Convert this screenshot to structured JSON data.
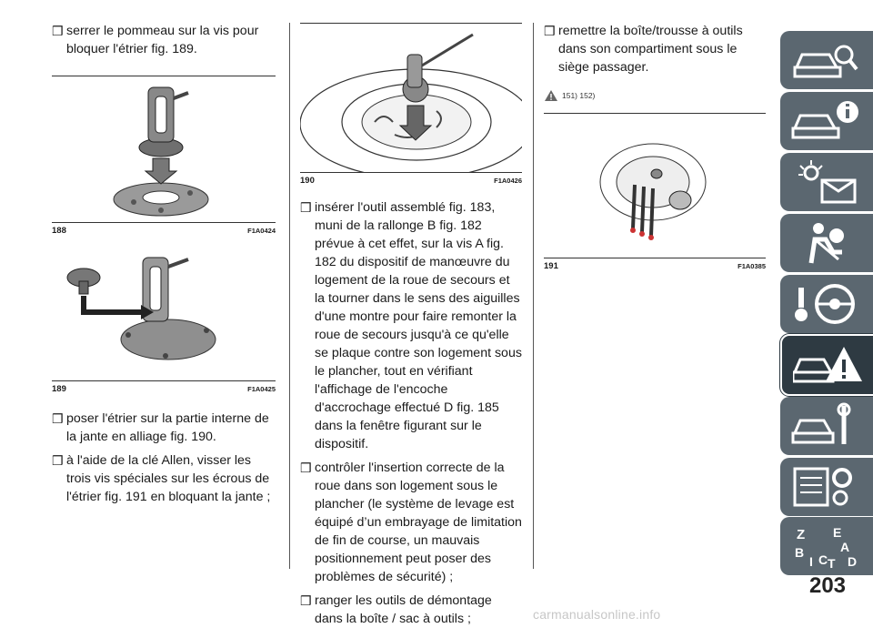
{
  "col1": {
    "bullet_top": "serrer le pommeau sur la vis pour bloquer l'étrier fig. 189.",
    "fig188": {
      "num": "188",
      "code": "F1A0424"
    },
    "fig189": {
      "num": "189",
      "code": "F1A0425"
    },
    "bullets": [
      "poser l'étrier sur la partie interne de la jante en alliage fig. 190.",
      "à l'aide de la clé Allen, visser les trois vis spéciales sur les écrous de l'étrier fig. 191 en bloquant la jante ;"
    ]
  },
  "col2": {
    "fig190": {
      "num": "190",
      "code": "F1A0426"
    },
    "bullets": [
      "insérer l'outil assemblé fig. 183, muni de la rallonge B fig. 182 prévue à cet effet, sur la vis A fig. 182 du dispositif de manœuvre du logement de la roue de secours et la tourner dans le sens des aiguilles d'une montre pour faire remonter la roue de secours jusqu'à ce qu'elle se plaque contre son logement sous le plancher, tout en vérifiant l'affichage de l'encoche d'accrochage effectué D fig. 185 dans la fenêtre figurant sur le dispositif.",
      "contrôler l'insertion correcte de la roue dans son logement sous le plancher (le système de levage est équipé d’un embrayage de limitation de fin de course, un mauvais positionnement peut poser des problèmes de sécurité) ;",
      "ranger les outils de démontage dans la boîte / sac à outils ;"
    ]
  },
  "col3": {
    "bullets": [
      "remettre la boîte/trousse à outils dans son compartiment sous le siège passager."
    ],
    "warning_refs": "151) 152)",
    "fig191": {
      "num": "191",
      "code": "F1A0385"
    }
  },
  "bullet_symbol": "❒",
  "page_number": "203",
  "watermark": "carmanualsonline.info",
  "sidebar": {
    "icons": [
      "car-search-icon",
      "car-info-icon",
      "dashboard-lights-icon",
      "airbag-seat-icon",
      "steering-key-icon",
      "car-warning-icon",
      "car-tools-icon",
      "settings-list-icon",
      "alphabet-index-icon"
    ],
    "active_index": 5,
    "color": "#5b6770",
    "active_color": "#2e3a42"
  }
}
